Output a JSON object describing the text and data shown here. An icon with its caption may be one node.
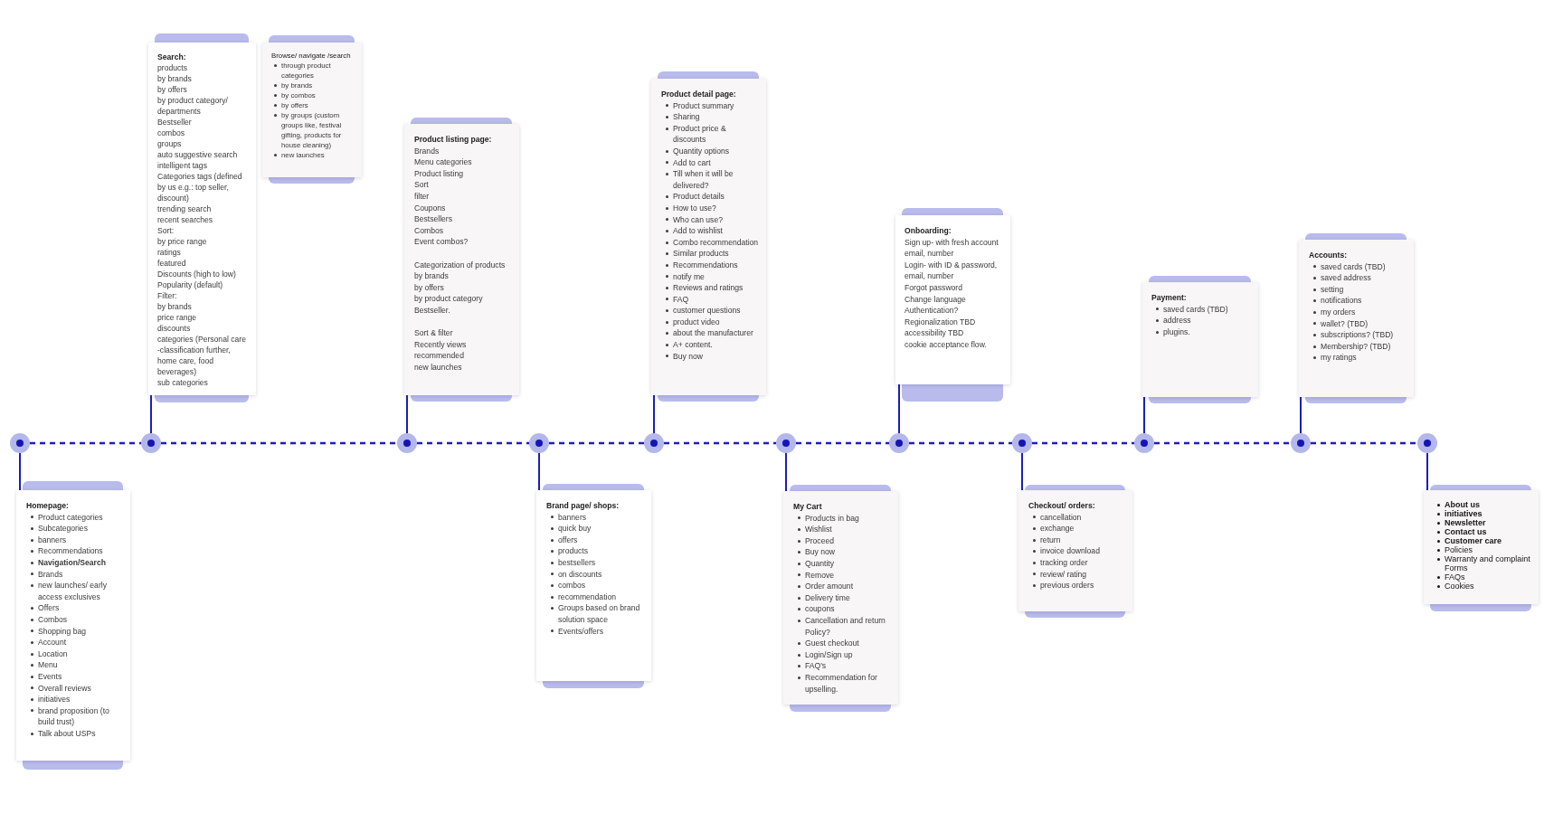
{
  "diagram": {
    "nodes": [
      {
        "text": [
          "Homepage:",
          "Product categories",
          "Subcategories",
          "banners",
          "Recommendations",
          "Navigation/Search",
          "Brands",
          "new launches/ early access exclusives",
          "Offers",
          "Combos",
          "Shopping bag",
          "Account",
          "Location",
          "Menu",
          "Events",
          "Overall reviews",
          "initiatives",
          "brand proposition (to build trust)",
          "Talk about USPs"
        ]
      },
      {
        "text": [
          "Search:",
          "products",
          "by brands",
          "by offers",
          "by product category/ departments",
          "Bestseller",
          "combos",
          "groups",
          "auto suggestive search",
          "intelligent tags",
          "Categories tags (defined by us e.g.: top seller, discount)",
          "trending search",
          "recent searches",
          "Sort:",
          "by price range",
          "ratings",
          "featured",
          "Discounts (high to low)",
          "Popularity (default)",
          "Filter:",
          "by brands",
          "price range",
          "discounts",
          "categories (Personal care -classification further, home care, food beverages)",
          "sub categories"
        ]
      },
      {
        "text": [
          "Browse/ navigate /search",
          "through product categories",
          "by brands",
          "by combos",
          "by offers",
          "by groups (custom groups like, festival gifting, products for house cleaning)",
          "new launches"
        ]
      },
      {
        "text": [
          "Product listing page:",
          "Brands",
          "Menu categories",
          "Product listing",
          "Sort",
          "filter",
          "Coupons",
          "Bestsellers",
          "Combos",
          "Event combos?",
          "Categorization of products",
          "by brands",
          "by offers",
          "by product category",
          "Bestseller.",
          "Sort & filter",
          "Recently views",
          "recommended",
          "new launches"
        ]
      },
      {
        "text": [
          "Brand page/ shops:",
          "banners",
          "quick buy",
          "offers",
          "products",
          "bestsellers",
          "on discounts",
          "combos",
          "recommendation",
          "Groups based on brand solution space",
          "Events/offers"
        ]
      },
      {
        "text": [
          "Product detail page:",
          "Product summary",
          "Sharing",
          "Product price & discounts",
          "Quantity options",
          "Add to cart",
          "Till when it will be delivered?",
          "Product details",
          "How to use?",
          "Who can use?",
          "Add to wishlist",
          "Combo recommendation",
          "Similar products",
          "Recommendations",
          "notify me",
          "Reviews and ratings",
          "FAQ",
          "customer questions",
          "product video",
          "about the manufacturer",
          "A+ content.",
          "Buy now"
        ]
      },
      {
        "text": [
          "My Cart",
          "Products in bag",
          "Wishlist",
          "Proceed",
          "Buy now",
          "Quantity",
          "Remove",
          "Order amount",
          "Delivery time",
          "coupons",
          "Cancellation and return Policy?",
          "Guest checkout",
          "Login/Sign up",
          "FAQ's",
          "Recommendation for upselling."
        ]
      },
      {
        "text": [
          "Onboarding:",
          "Sign up- with fresh account email, number",
          "Login- with ID & password, email, number",
          "Forgot password",
          "Change language",
          "Authentication?",
          "Regionalization TBD",
          "accessibility TBD",
          "cookie acceptance flow."
        ]
      },
      {
        "text": [
          "Checkout/ orders:",
          "cancellation",
          "exchange",
          "return",
          "invoice download",
          "tracking order",
          "review/ rating",
          "previous orders"
        ]
      },
      {
        "text": [
          "Payment:",
          "saved cards (TBD)",
          "address",
          "plugins."
        ]
      },
      {
        "text": [
          "Accounts:",
          "saved cards (TBD)",
          "saved address",
          "setting",
          "notifications",
          "my orders",
          "wallet? (TBD)",
          "subscriptions? (TBD)",
          "Membership? (TBD)",
          "my ratings"
        ]
      },
      {
        "text": [
          "About us",
          "initiatives",
          "Newsletter",
          "Contact us",
          "Customer care",
          "Policies",
          "Warranty and complaint Forms",
          "FAQs",
          "Cookies"
        ]
      },
      {
        "text": [],
        "shape": "circle"
      },
      {
        "text": [],
        "shape": "circle"
      },
      {
        "text": [],
        "shape": "circle"
      },
      {
        "text": [],
        "shape": "circle"
      },
      {
        "text": [],
        "shape": "circle"
      },
      {
        "text": [],
        "shape": "circle"
      },
      {
        "text": [],
        "shape": "circle"
      },
      {
        "text": [],
        "shape": "circle"
      },
      {
        "text": [],
        "shape": "circle"
      },
      {
        "text": [],
        "shape": "circle"
      },
      {
        "text": [],
        "shape": "circle"
      }
    ],
    "edges": [
      {
        "from": 12,
        "to": 13,
        "arrow": "none",
        "style": "dashed"
      },
      {
        "from": 13,
        "to": 14,
        "arrow": "none",
        "style": "dashed"
      },
      {
        "from": 14,
        "to": 15,
        "arrow": "none",
        "style": "dashed"
      },
      {
        "from": 15,
        "to": 16,
        "arrow": "none",
        "style": "dashed"
      },
      {
        "from": 16,
        "to": 17,
        "arrow": "none",
        "style": "dashed"
      },
      {
        "from": 17,
        "to": 18,
        "arrow": "none",
        "style": "dashed"
      },
      {
        "from": 18,
        "to": 19,
        "arrow": "none",
        "style": "dashed"
      },
      {
        "from": 19,
        "to": 20,
        "arrow": "none",
        "style": "dashed"
      },
      {
        "from": 20,
        "to": 21,
        "arrow": "none",
        "style": "dashed"
      },
      {
        "from": 21,
        "to": 22,
        "arrow": "none",
        "style": "dashed"
      },
      {
        "from": 12,
        "to": 0,
        "arrow": "none"
      },
      {
        "from": 13,
        "to": 1,
        "arrow": "none"
      },
      {
        "from": 14,
        "to": 3,
        "arrow": "none"
      },
      {
        "from": 15,
        "to": 4,
        "arrow": "none"
      },
      {
        "from": 16,
        "to": 5,
        "arrow": "none"
      },
      {
        "from": 17,
        "to": 6,
        "arrow": "none"
      },
      {
        "from": 18,
        "to": 7,
        "arrow": "none"
      },
      {
        "from": 19,
        "to": 8,
        "arrow": "none"
      },
      {
        "from": 20,
        "to": 9,
        "arrow": "none"
      },
      {
        "from": 21,
        "to": 10,
        "arrow": "none"
      },
      {
        "from": 22,
        "to": 11,
        "arrow": "none"
      }
    ]
  }
}
